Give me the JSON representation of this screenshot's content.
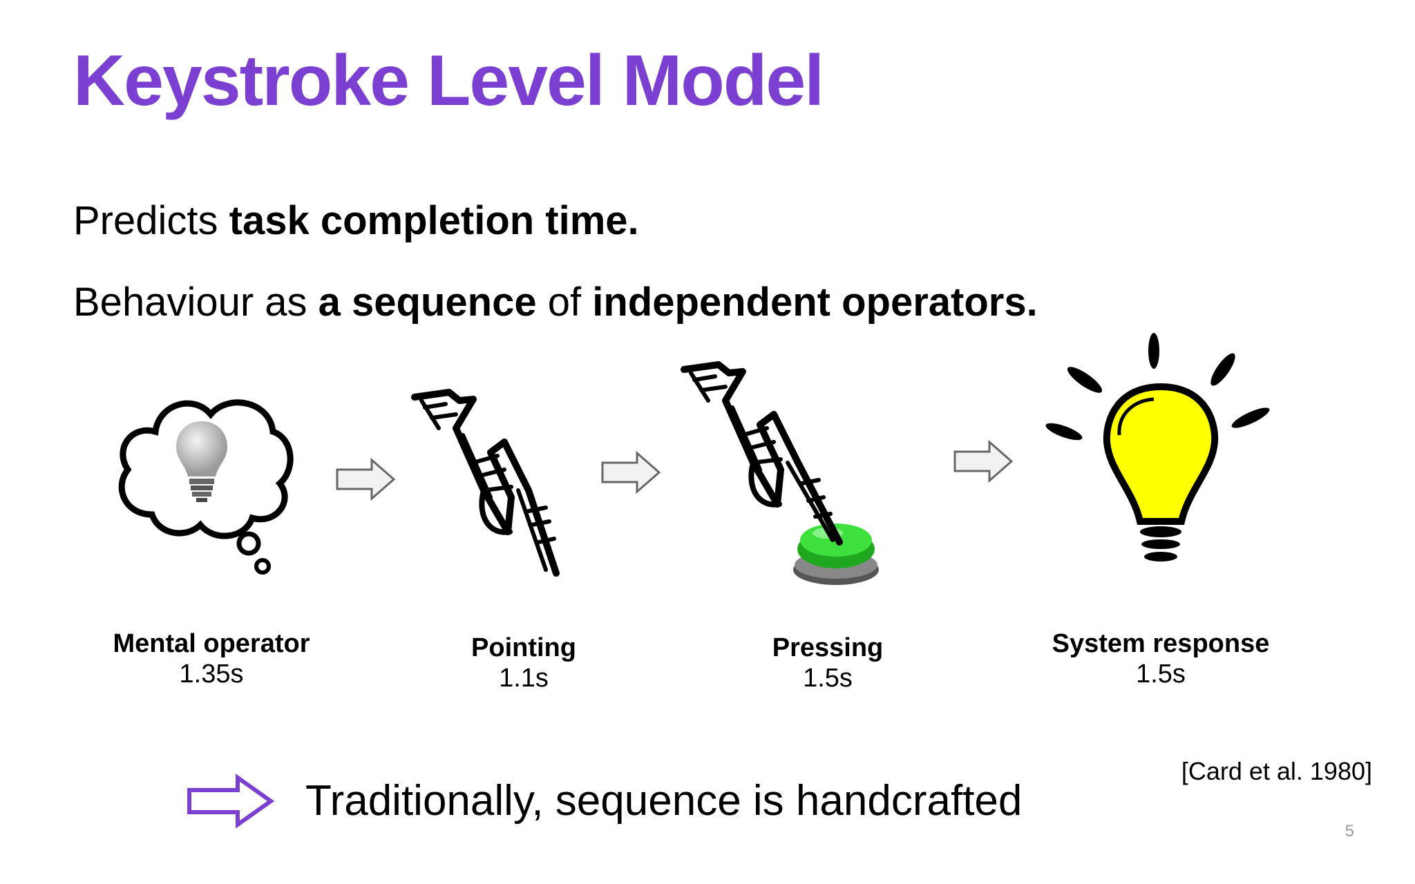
{
  "slide": {
    "title": "Keystroke Level Model",
    "line1": {
      "prefix": "Predicts ",
      "bold": "task completion time."
    },
    "line2": {
      "part1": "Behaviour as ",
      "bold1": "a sequence",
      "part2": " of ",
      "bold2": "independent operators."
    },
    "operators": [
      {
        "label": "Mental operator",
        "time": "1.35s",
        "icon": "thought-cloud-bulb-icon"
      },
      {
        "label": "Pointing",
        "time": "1.1s",
        "icon": "pointing-hand-icon"
      },
      {
        "label": "Pressing",
        "time": "1.5s",
        "icon": "hand-pressing-button-icon"
      },
      {
        "label": "System response",
        "time": "1.5s",
        "icon": "light-bulb-icon"
      }
    ],
    "citation": "[Card et al. 1980]",
    "conclusion": "Traditionally, sequence is handcrafted",
    "page_number": "5",
    "colors": {
      "title": "#7b3fd1",
      "arrow_outline": "#7b3fd1",
      "bulb_yellow": "#ffff00",
      "button_green": "#2ecc2e"
    }
  }
}
